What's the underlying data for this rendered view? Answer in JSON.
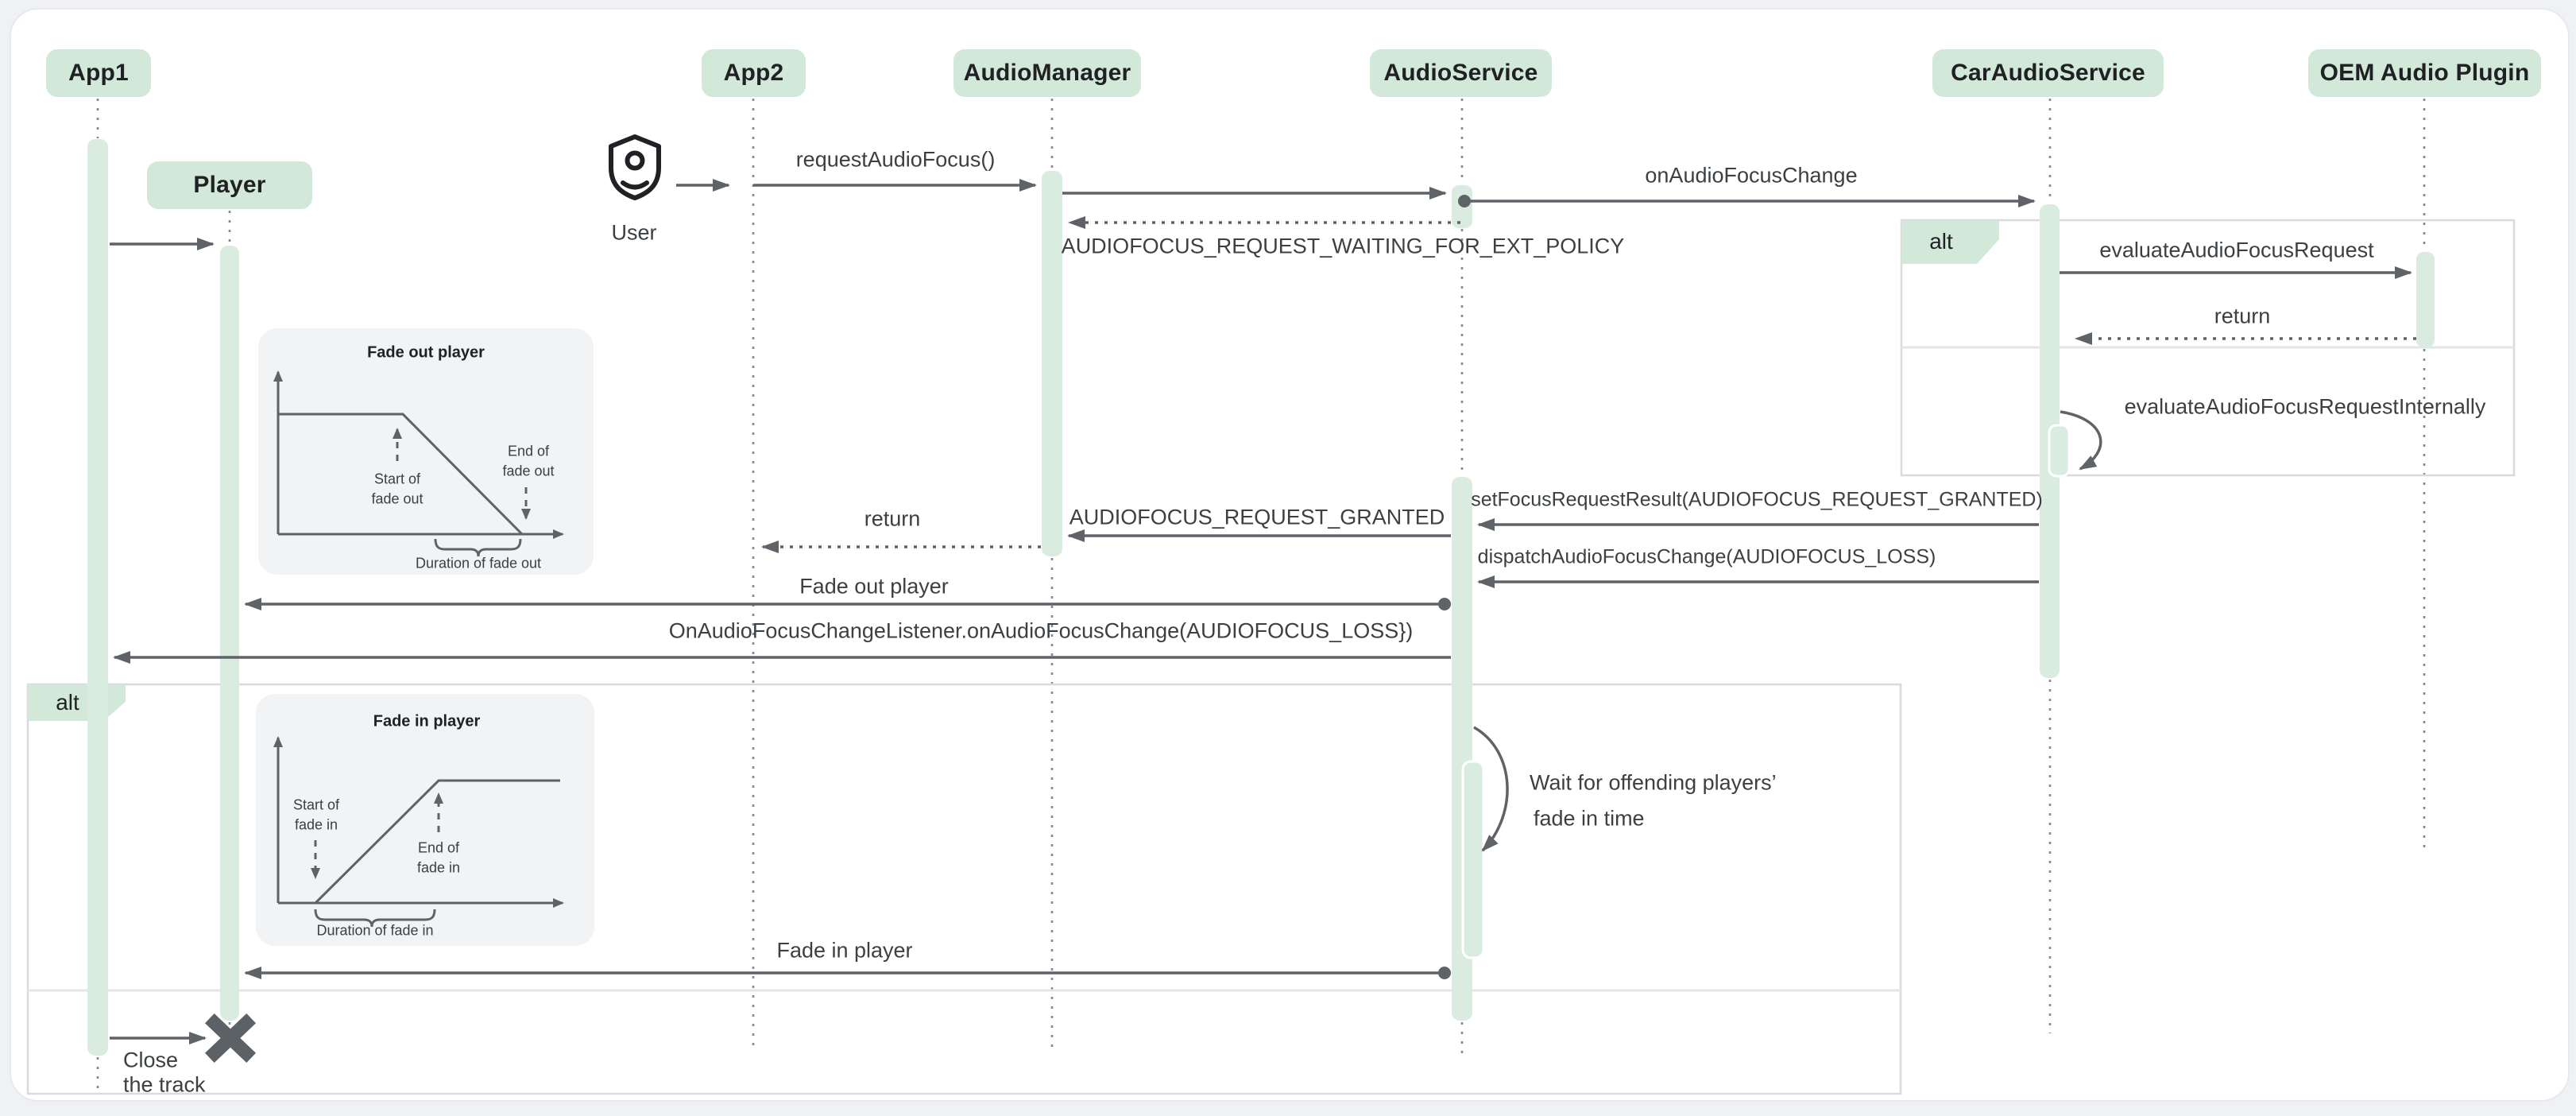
{
  "participants": {
    "app1": "App1",
    "app2": "App2",
    "audio_manager": "AudioManager",
    "audio_service": "AudioService",
    "car_audio_service": "CarAudioService",
    "oem_plugin": "OEM Audio Plugin",
    "player": "Player"
  },
  "actor": {
    "label": "User"
  },
  "fragments": {
    "alt_top_label": "alt",
    "alt_bottom_label": "alt"
  },
  "messages": {
    "request_audio_focus": "requestAudioFocus()",
    "on_audio_focus_change": "onAudioFocusChange",
    "waiting_policy": "AUDIOFOCUS_REQUEST_WAITING_FOR_EXT_POLICY",
    "evaluate_request": "evaluateAudioFocusRequest",
    "return_top": "return",
    "evaluate_internally": "evaluateAudioFocusRequestInternally",
    "set_focus_result": "setFocusRequestResult(AUDIOFOCUS_REQUEST_GRANTED)",
    "request_granted": "AUDIOFOCUS_REQUEST_GRANTED",
    "return_mid": "return",
    "dispatch_change": "dispatchAudioFocusChange(AUDIOFOCUS_LOSS)",
    "fade_out_player": "Fade out player",
    "on_change_listener": "OnAudioFocusChangeListener.onAudioFocusChange(AUDIOFOCUS_LOSS})",
    "fade_in_player": "Fade in player"
  },
  "notes": {
    "wait_line1": "Wait for offending players’",
    "wait_line2": "fade in time",
    "close_line1": "Close",
    "close_line2": "the track"
  },
  "insets": {
    "fade_out": {
      "title": "Fade out player",
      "start_l1": "Start of",
      "start_l2": "fade out",
      "end_l1": "End of",
      "end_l2": "fade out",
      "duration": "Duration of fade out"
    },
    "fade_in": {
      "title": "Fade in player",
      "start_l1": "Start of",
      "start_l2": "fade in",
      "end_l1": "End of",
      "end_l2": "fade in",
      "duration": "Duration of fade in"
    }
  },
  "colors": {
    "header_green": "#d2e8d9",
    "activation_green": "#d9ecdf",
    "arrow_gray": "#5f6368",
    "label_text": "#3c4043",
    "frame_border": "#d8dadd",
    "inset_bg": "#f1f3f4",
    "page_bg": "#eff1f4"
  }
}
